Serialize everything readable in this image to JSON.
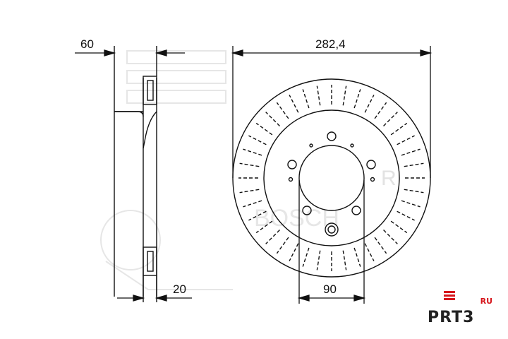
{
  "dimensions": {
    "overall_diameter": "282,4",
    "hat_height": "60",
    "disc_thickness": "20",
    "center_bore": "90"
  },
  "logo": {
    "brand": "P⁠RT3",
    "suffix": "RU",
    "accent_color": "#d6151b"
  },
  "colors": {
    "line": "#111111",
    "watermark": "#e8e8e8"
  }
}
